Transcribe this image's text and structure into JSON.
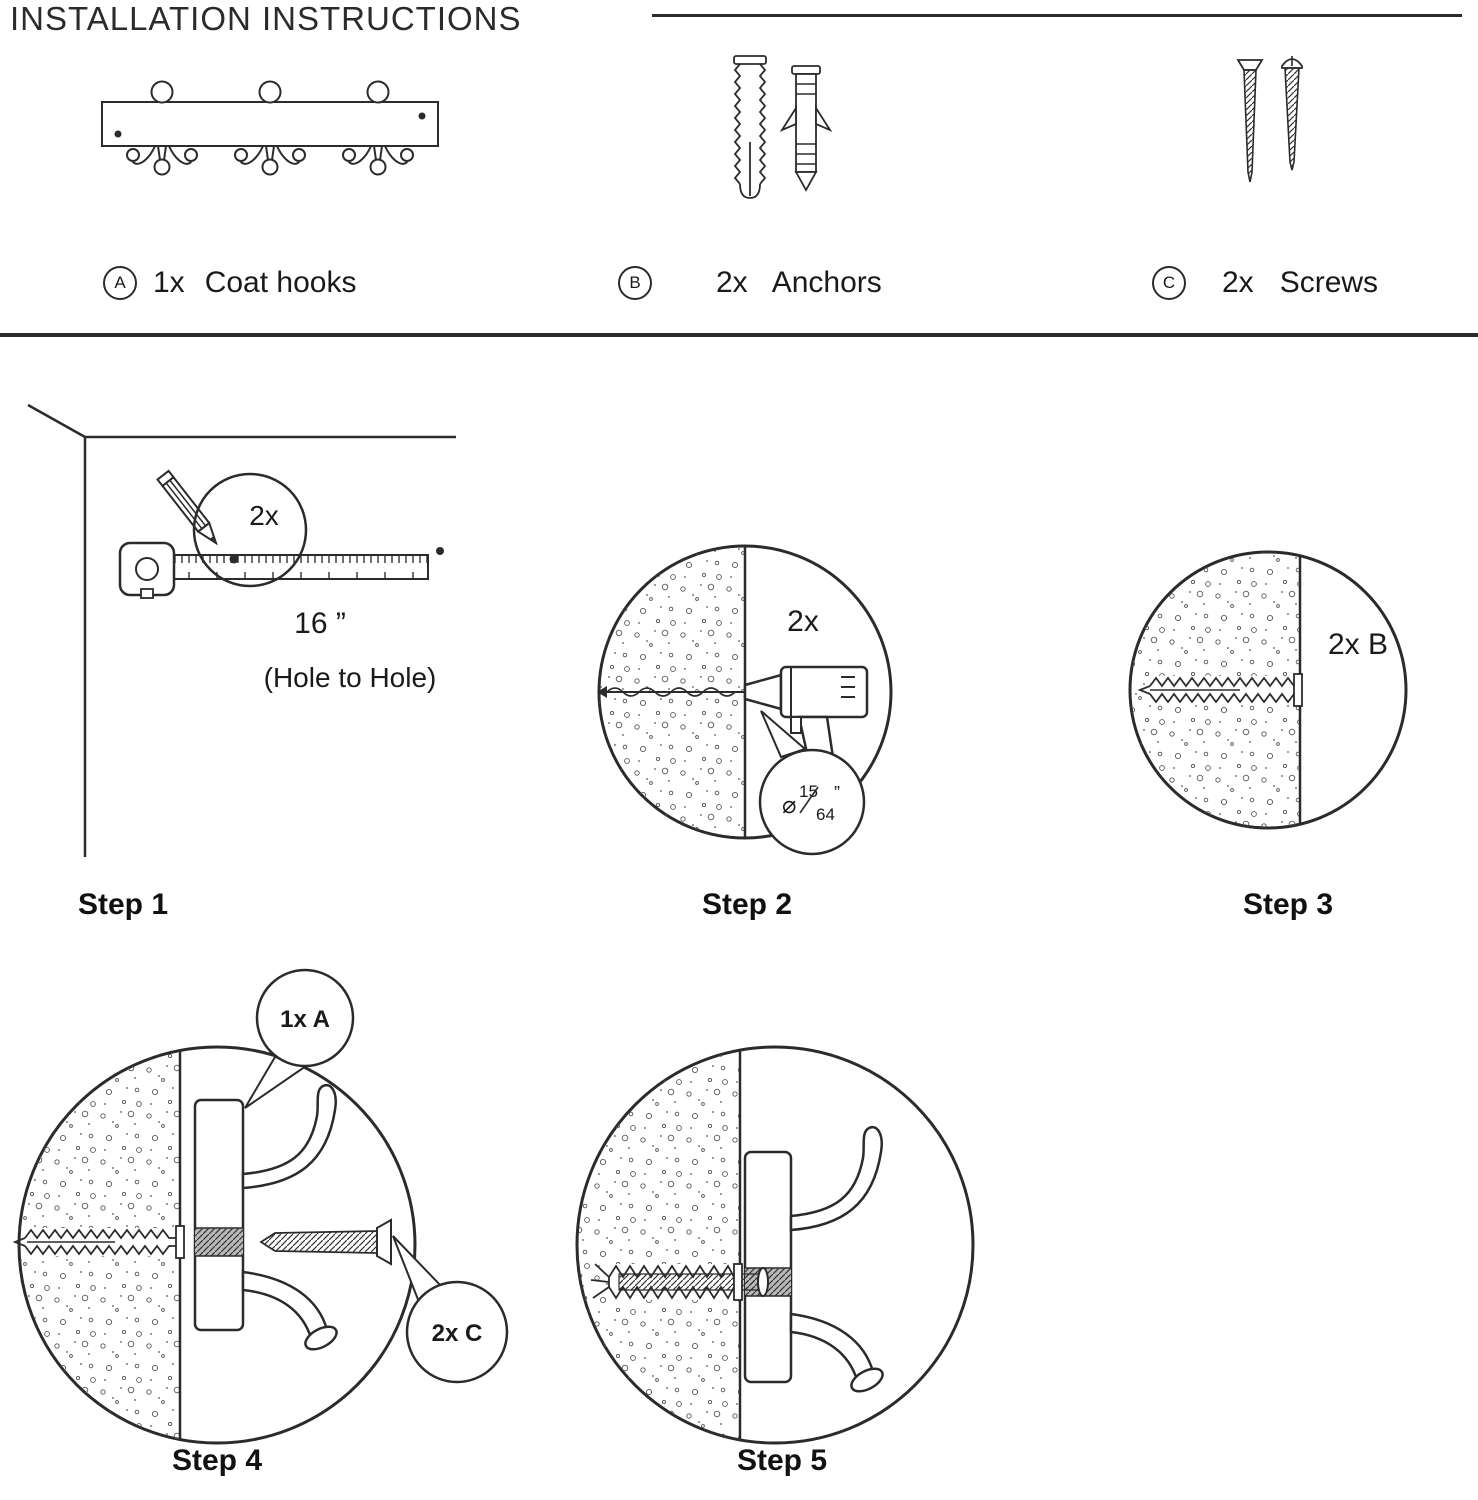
{
  "title": "INSTALLATION INSTRUCTIONS",
  "colors": {
    "ink": "#2b2b2b",
    "background": "#ffffff"
  },
  "icons": {
    "coat_hooks": "coat-hook-rail-drawing",
    "anchors": "wall-anchor-drawing",
    "screws": "screw-drawing",
    "pencil": "pencil-drawing",
    "tape_measure": "tape-measure-drawing",
    "drill": "power-drill-drawing",
    "wall": "wall-cross-section-drawing"
  },
  "parts": [
    {
      "id": "A",
      "qty": "1x",
      "name": "Coat hooks"
    },
    {
      "id": "B",
      "qty": "2x",
      "name": "Anchors"
    },
    {
      "id": "C",
      "qty": "2x",
      "name": "Screws"
    }
  ],
  "steps": {
    "step1": {
      "label": "Step 1",
      "mark_count": "2x",
      "distance": "16 ”",
      "distance_note": "(Hole to Hole)"
    },
    "step2": {
      "label": "Step 2",
      "drill_count": "2x",
      "bit_diameter": {
        "symbol": "⌀",
        "numerator": "15",
        "denominator": "64",
        "unit": "”"
      }
    },
    "step3": {
      "label": "Step 3",
      "insert_note": "2x B"
    },
    "step4": {
      "label": "Step 4",
      "callout_hooks": "1x A",
      "callout_screws": "2x C"
    },
    "step5": {
      "label": "Step 5"
    }
  }
}
